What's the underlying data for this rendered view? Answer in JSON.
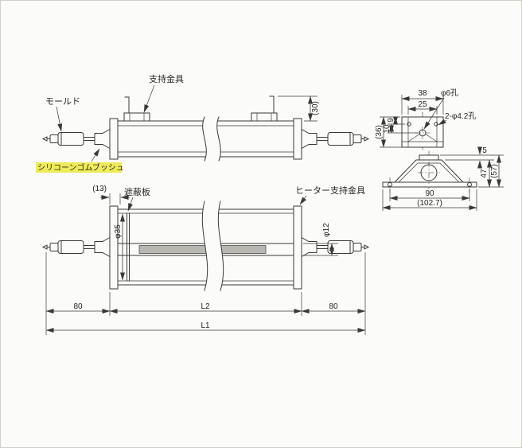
{
  "labels": {
    "support_bracket": "支持金具",
    "mold": "モールド",
    "silicone_rubber_bush": "シリコーンゴムブッシュ",
    "shield_plate": "遮蔽板",
    "heater_support_bracket": "ヒーター支持金具"
  },
  "dims": {
    "pin_height": "(30)",
    "bracket_width": "38",
    "bracket_inner_width": "25",
    "hole_phi6": "φ6孔",
    "holes_phi42": "2-φ4.2孔",
    "offset_9": "9",
    "offset_10": "10",
    "bracket_depth": "(36)",
    "tab_height": "5",
    "bracket_height": "47",
    "bracket_total_height": "(57)",
    "foot_span": "90",
    "foot_total_span": "(102.7)",
    "end_gap": "(13)",
    "tube_diameter": "φ35",
    "element_diameter": "φ12",
    "left_end_length": "80",
    "right_end_length": "80",
    "heated_length": "L2",
    "total_length": "L1"
  },
  "colors": {
    "line": "#3a3a38",
    "paper": "#fbfbf9",
    "highlight": "#ece73c",
    "element_fill": "#b9b7b2"
  }
}
